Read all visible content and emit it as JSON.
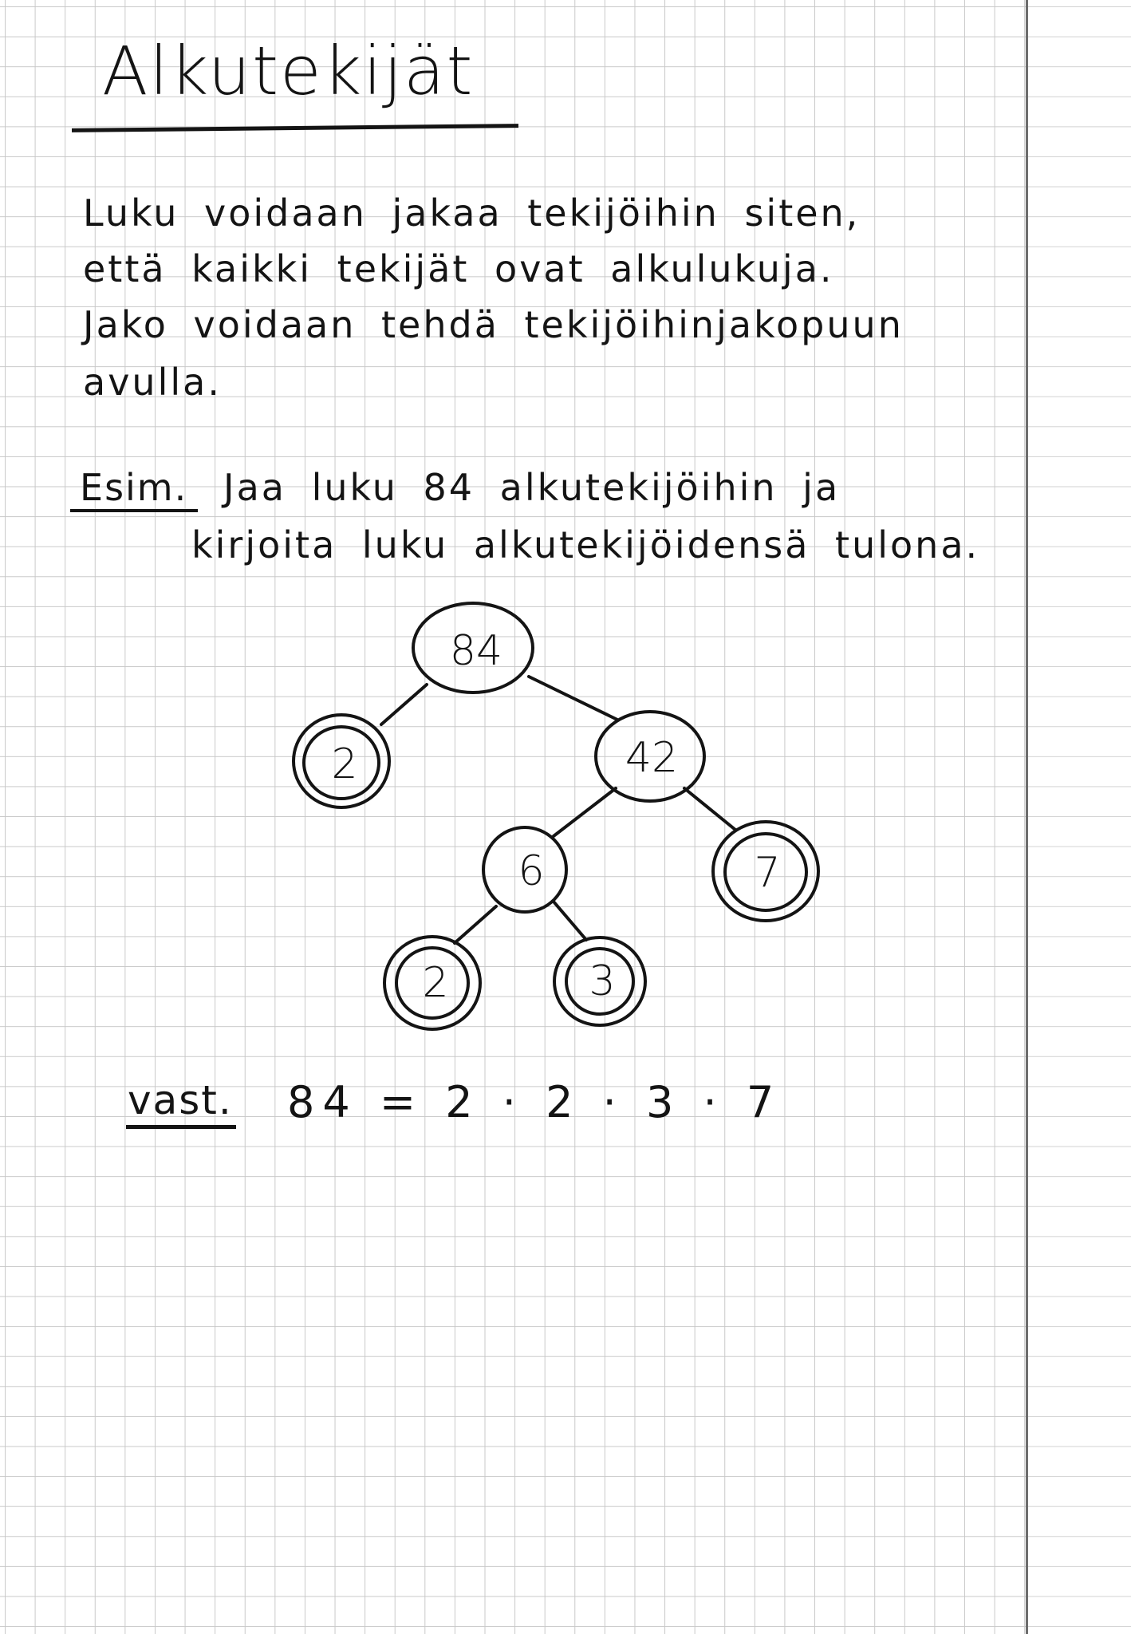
{
  "title": "Alkutekijät",
  "intro": {
    "line1": "Luku voidaan jakaa tekijöihin siten,",
    "line2": "että kaikki tekijät ovat alkulukuja.",
    "line3": "Jako voidaan tehdä tekijöihinjakopuun",
    "line4": "avulla."
  },
  "example": {
    "label": "Esim.",
    "task_line1": "Jaa luku 84 alkutekijöihin ja",
    "task_line2": "kirjoita luku alkutekijöidensä tulona."
  },
  "tree": {
    "root": "84",
    "left_prime": "2",
    "right_composite": "42",
    "inner_composite": "6",
    "prime_7": "7",
    "leaf_2": "2",
    "leaf_3": "3"
  },
  "answer": {
    "label": "vast.",
    "expression": "84 = 2 · 2 · 3 · 7"
  }
}
